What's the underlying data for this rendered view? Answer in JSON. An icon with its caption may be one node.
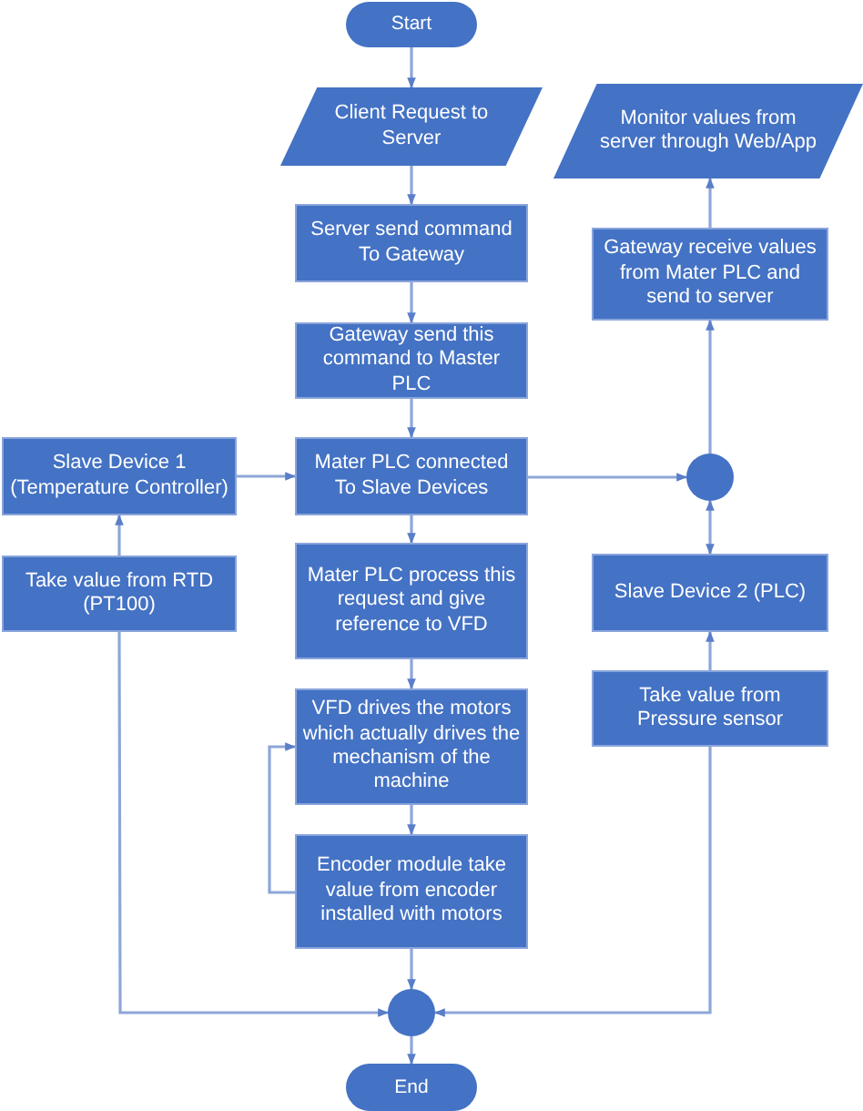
{
  "diagram": {
    "nodes": [
      {
        "text": [
          "Start"
        ]
      },
      {
        "text": [
          "Client Request to Server"
        ]
      },
      {
        "text": [
          "Server send command To Gateway"
        ]
      },
      {
        "text": [
          "Gateway send this command to Master PLC"
        ]
      },
      {
        "text": [
          "Slave Device 1 (Temperature Controller)"
        ]
      },
      {
        "text": [
          "Mater PLC connected To Slave Devices"
        ]
      },
      {
        "text": [],
        "shape": "circle"
      },
      {
        "text": [
          "Monitor values from server through Web/App"
        ]
      },
      {
        "text": [
          "Gateway receive values from Mater PLC and send to server"
        ]
      },
      {
        "text": [
          "Take value from RTD (PT100)"
        ]
      },
      {
        "text": [
          "Mater PLC process this request and give reference to VFD"
        ]
      },
      {
        "text": [
          "Slave Device 2 (PLC)"
        ]
      },
      {
        "text": [
          "VFD drives the motors which actually drives the mechanism of the machine"
        ]
      },
      {
        "text": [
          "Take value from Pressure sensor"
        ]
      },
      {
        "text": [
          "Encoder module take value from encoder installed with motors"
        ]
      },
      {
        "text": [],
        "shape": "circle"
      },
      {
        "text": [
          "End"
        ]
      }
    ],
    "edges": [
      {
        "from": 0,
        "to": 1,
        "arrow": "to"
      },
      {
        "from": 1,
        "to": 2,
        "arrow": "to"
      },
      {
        "from": 2,
        "to": 3,
        "arrow": "to"
      },
      {
        "from": 3,
        "to": 5,
        "arrow": "to"
      },
      {
        "from": 4,
        "to": 5,
        "arrow": "to"
      },
      {
        "from": 5,
        "to": 6,
        "arrow": "to"
      },
      {
        "from": 6,
        "to": 8,
        "arrow": "to"
      },
      {
        "from": 8,
        "to": 7,
        "arrow": "to"
      },
      {
        "from": 6,
        "to": 11,
        "arrow": "both"
      },
      {
        "from": 9,
        "to": 4,
        "arrow": "to"
      },
      {
        "from": 13,
        "to": 11,
        "arrow": "to"
      },
      {
        "from": 5,
        "to": 10,
        "arrow": "to"
      },
      {
        "from": 10,
        "to": 12,
        "arrow": "to"
      },
      {
        "from": 12,
        "to": 14,
        "arrow": "to"
      },
      {
        "from": 14,
        "to": 12,
        "arrow": "to"
      },
      {
        "from": 9,
        "to": 15,
        "arrow": "to"
      },
      {
        "from": 13,
        "to": 15,
        "arrow": "to"
      },
      {
        "from": 14,
        "to": 15,
        "arrow": "to"
      },
      {
        "from": 15,
        "to": 16,
        "arrow": "to"
      }
    ]
  }
}
